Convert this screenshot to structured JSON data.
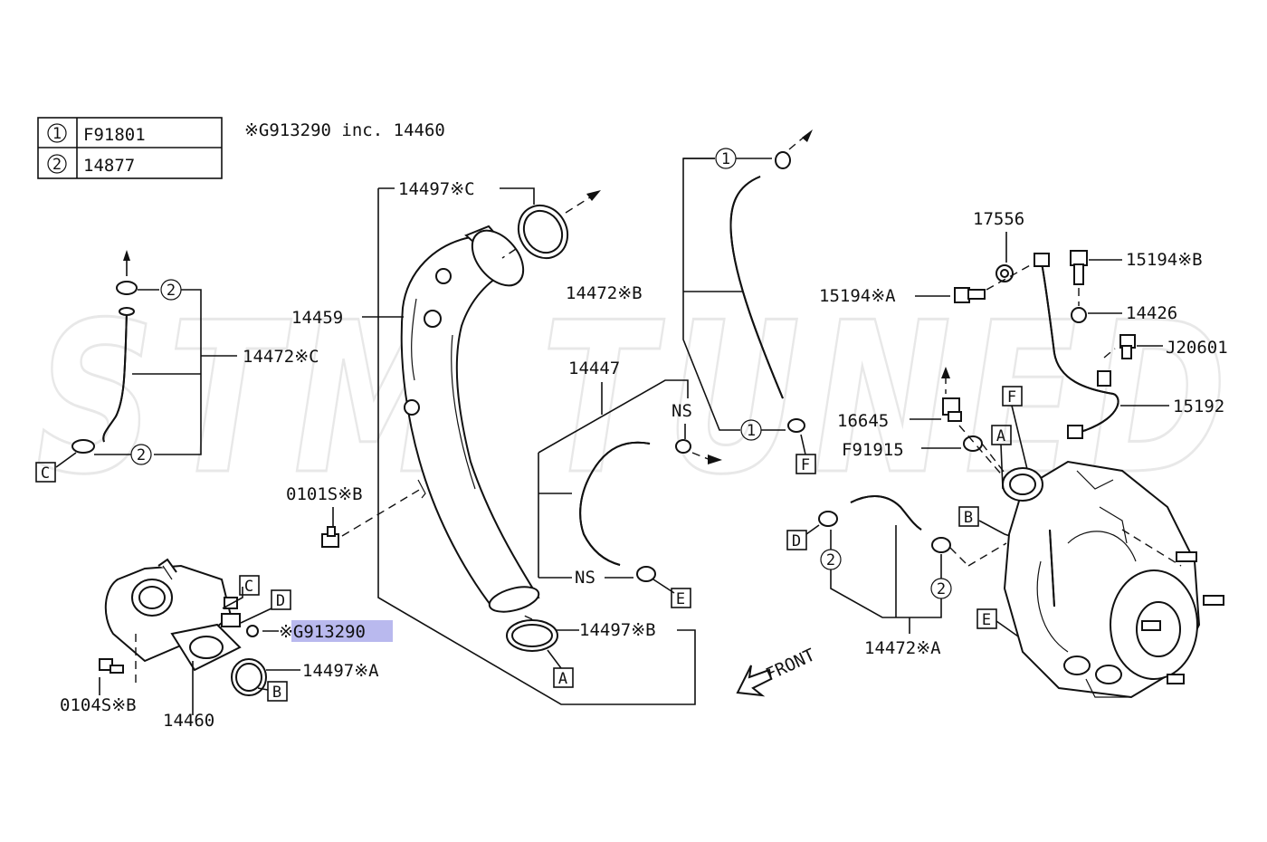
{
  "watermark": "STM TUNED",
  "legend": {
    "rows": [
      {
        "symbol": "1",
        "part": "F91801"
      },
      {
        "symbol": "2",
        "part": "14877"
      }
    ],
    "note": "※G913290 inc. 14460"
  },
  "labels": {
    "p14497c": "14497※C",
    "p14459": "14459",
    "p14472c": "14472※C",
    "p14472b": "14472※B",
    "p14447": "14447",
    "p0101sb": "0101S※B",
    "p0104sb": "0104S※B",
    "p14460": "14460",
    "g913290": "※G913290",
    "p14497a": "14497※A",
    "p14497b": "14497※B",
    "p17556": "17556",
    "p15194b": "15194※B",
    "p15194a": "15194※A",
    "p14426": "14426",
    "pJ20601": "J20601",
    "p16645": "16645",
    "p15192": "15192",
    "pF91915": "F91915",
    "p14472a": "14472※A",
    "ns": "NS",
    "front": "FRONT"
  },
  "callouts": {
    "circled_1": "1",
    "circled_2": "2",
    "box_a": "A",
    "box_b": "B",
    "box_c": "C",
    "box_d": "D",
    "box_e": "E",
    "box_f": "F"
  }
}
